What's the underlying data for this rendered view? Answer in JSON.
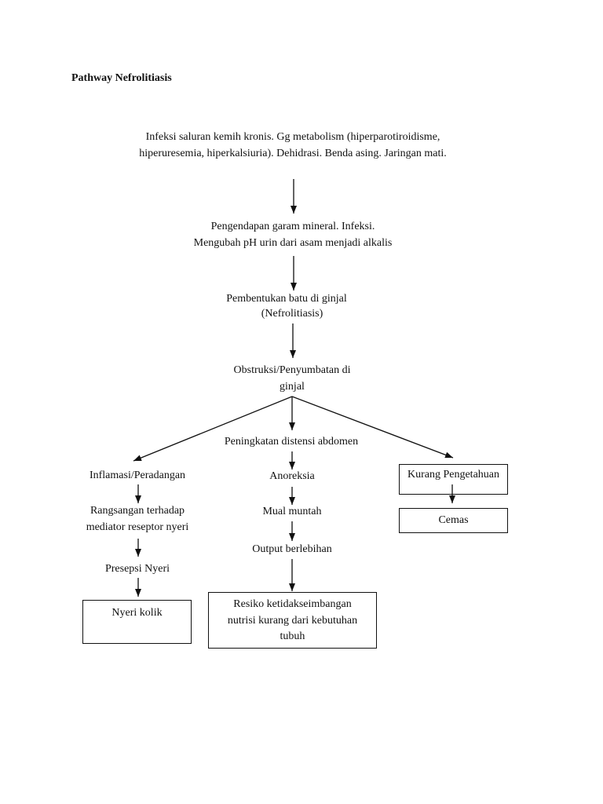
{
  "title": "Pathway Nefrolitiasis",
  "causes": {
    "line1": "Infeksi saluran kemih kronis. Gg metabolism (hiperparotiroidisme,",
    "line2": "hiperuresemia, hiperkalsiuria). Dehidrasi. Benda asing. Jaringan mati."
  },
  "mineral": {
    "line1": "Pengendapan garam mineral. Infeksi.",
    "line2": "Mengubah pH urin dari asam menjadi alkalis"
  },
  "stone": {
    "line1": "Pembentukan batu di ginjal",
    "line2": "(Nefrolitiasis)"
  },
  "obstruction": {
    "line1": "Obstruksi/Penyumbatan di",
    "line2": "ginjal"
  },
  "center": {
    "distension": "Peningkatan distensi abdomen",
    "anorexia": "Anoreksia",
    "nausea": "Mual muntah",
    "output": "Output berlebihan",
    "risk_line1": "Resiko ketidakseimbangan",
    "risk_line2": "nutrisi kurang dari kebutuhan",
    "risk_line3": "tubuh"
  },
  "left": {
    "inflammation": "Inflamasi/Peradangan",
    "stimulus_line1": "Rangsangan terhadap",
    "stimulus_line2": "mediator reseptor nyeri",
    "perception": "Presepsi Nyeri",
    "colic": "Nyeri kolik"
  },
  "right": {
    "knowledge": "Kurang Pengetahuan",
    "anxiety": "Cemas"
  }
}
